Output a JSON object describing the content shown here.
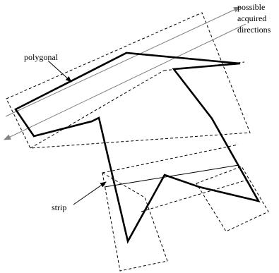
{
  "figure": {
    "labels": {
      "polygonal": "polygonal",
      "strip": "strip",
      "directions_line1": "possible",
      "directions_line2": "acquired",
      "directions_line3": "directions"
    }
  },
  "colors": {
    "polygon": "#000000",
    "strip_outline": "#000000",
    "direction_arrows": "#808080",
    "background": "#ffffff"
  }
}
